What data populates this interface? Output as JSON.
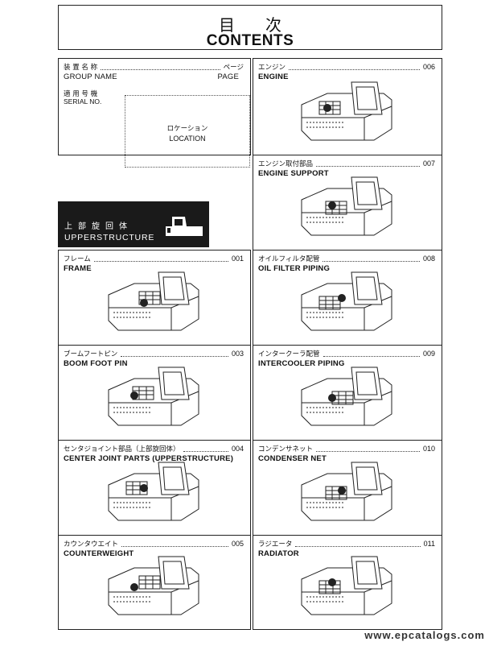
{
  "header": {
    "title_jp": "目次",
    "title_en": "CONTENTS"
  },
  "legend": {
    "group_jp": "装 置 名 称",
    "page_jp": "ページ",
    "group_en": "GROUP NAME",
    "page_en": "PAGE",
    "serial_jp": "適 用 号 機",
    "serial_en": "SERIAL NO.",
    "location_jp": "ロケーション",
    "location_en": "LOCATION"
  },
  "section": {
    "jp": "上部旋回体",
    "en": "UPPERSTRUCTURE",
    "icon": "excavator-cab-icon"
  },
  "items": [
    {
      "jp": "エンジン",
      "en": "ENGINE",
      "page": "006"
    },
    {
      "jp": "エンジン取付部品",
      "en": "ENGINE SUPPORT",
      "page": "007"
    },
    {
      "jp": "フレーム",
      "en": "FRAME",
      "page": "001"
    },
    {
      "jp": "オイルフィルタ配管",
      "en": "OIL FILTER PIPING",
      "page": "008"
    },
    {
      "jp": "ブームフートピン",
      "en": "BOOM FOOT PIN",
      "page": "003"
    },
    {
      "jp": "インタークーラ配管",
      "en": "INTERCOOLER PIPING",
      "page": "009"
    },
    {
      "jp": "センタジョイント部品（上部旋回体）",
      "en": "CENTER JOINT PARTS (UPPERSTRUCTURE)",
      "page": "004"
    },
    {
      "jp": "コンデンサネット",
      "en": "CONDENSER NET",
      "page": "010"
    },
    {
      "jp": "カウンタウエイト",
      "en": "COUNTERWEIGHT",
      "page": "005"
    },
    {
      "jp": "ラジエータ",
      "en": "RADIATOR",
      "page": "011"
    }
  ],
  "footer": {
    "watermark": "www.epcatalogs.com"
  }
}
